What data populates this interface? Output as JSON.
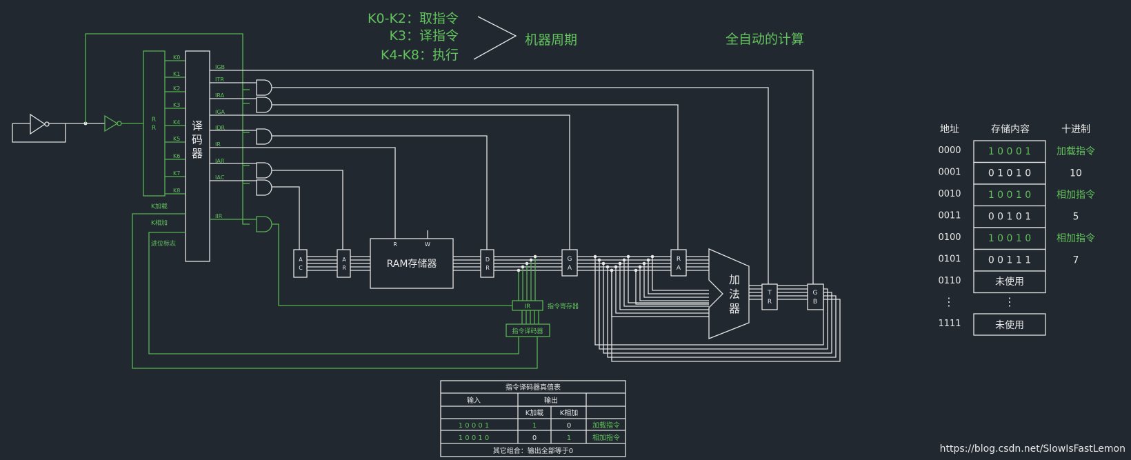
{
  "colors": {
    "background": "#212830",
    "wire": "#e4e4e4",
    "accent": "#58b352"
  },
  "header": {
    "cycle_lines": [
      "K0-K2：取指令",
      "K3：译指令",
      "K4-K8：执行"
    ],
    "machine_cycle": "机器周期",
    "auto_compute": "全自动的计算"
  },
  "decoder": {
    "rr_label": "R\nR",
    "name": "译\n码\n器",
    "k_labels": [
      "K0",
      "K1",
      "K2",
      "K3",
      "K4",
      "K5",
      "K6",
      "K7",
      "K8"
    ],
    "signals": [
      "IGB",
      "ITR",
      "IRA",
      "IGA",
      "IDR",
      "IR",
      "IAR",
      "IAC",
      "IIR"
    ],
    "k_load": "K加载",
    "k_add": "K相加",
    "carry_flag": "进位标志"
  },
  "components": {
    "ac": "A\nC",
    "ar": "A\nR",
    "ram": "RAM存储器",
    "ram_r": "R",
    "ram_w": "W",
    "dr": "D\nR",
    "ga": "G\nA",
    "ra": "R\nA",
    "adder": "加\n法\n器",
    "tr": "T\nR",
    "gb": "G\nB",
    "ir": "IR",
    "ir_label": "指令寄存器",
    "instr_decoder": "指令译码器"
  },
  "memory": {
    "headers": [
      "地址",
      "存储内容",
      "十进制"
    ],
    "rows": [
      {
        "addr": "0000",
        "content": "1 0 0 0 1",
        "decimal": "加载指令",
        "accent": true
      },
      {
        "addr": "0001",
        "content": "0 1 0 1 0",
        "decimal": "10",
        "accent": false
      },
      {
        "addr": "0010",
        "content": "1 0 0 1 0",
        "decimal": "相加指令",
        "accent": true
      },
      {
        "addr": "0011",
        "content": "0 0 1 0 1",
        "decimal": "5",
        "accent": false
      },
      {
        "addr": "0100",
        "content": "1 0 0 1 0",
        "decimal": "相加指令",
        "accent": true
      },
      {
        "addr": "0101",
        "content": "0 0 1 1 1",
        "decimal": "7",
        "accent": false
      },
      {
        "addr": "0110",
        "content": "未使用",
        "decimal": "",
        "accent": false
      }
    ],
    "ellipsis": "⋮",
    "last_row": {
      "addr": "1111",
      "content": "未使用",
      "decimal": ""
    }
  },
  "truth_table": {
    "title": "指令译码器真值表",
    "input": "输入",
    "output": "输出",
    "k_load": "K加载",
    "k_add": "K相加",
    "rows": [
      {
        "input": "1 0 0 0 1",
        "k_load": "1",
        "k_add": "0",
        "note": "加载指令"
      },
      {
        "input": "1 0 0 1 0",
        "k_load": "0",
        "k_add": "1",
        "note": "相加指令"
      }
    ],
    "footer": "其它组合：输出全部等于0"
  },
  "watermark": "https://blog.csdn.net/SlowIsFastLemon"
}
